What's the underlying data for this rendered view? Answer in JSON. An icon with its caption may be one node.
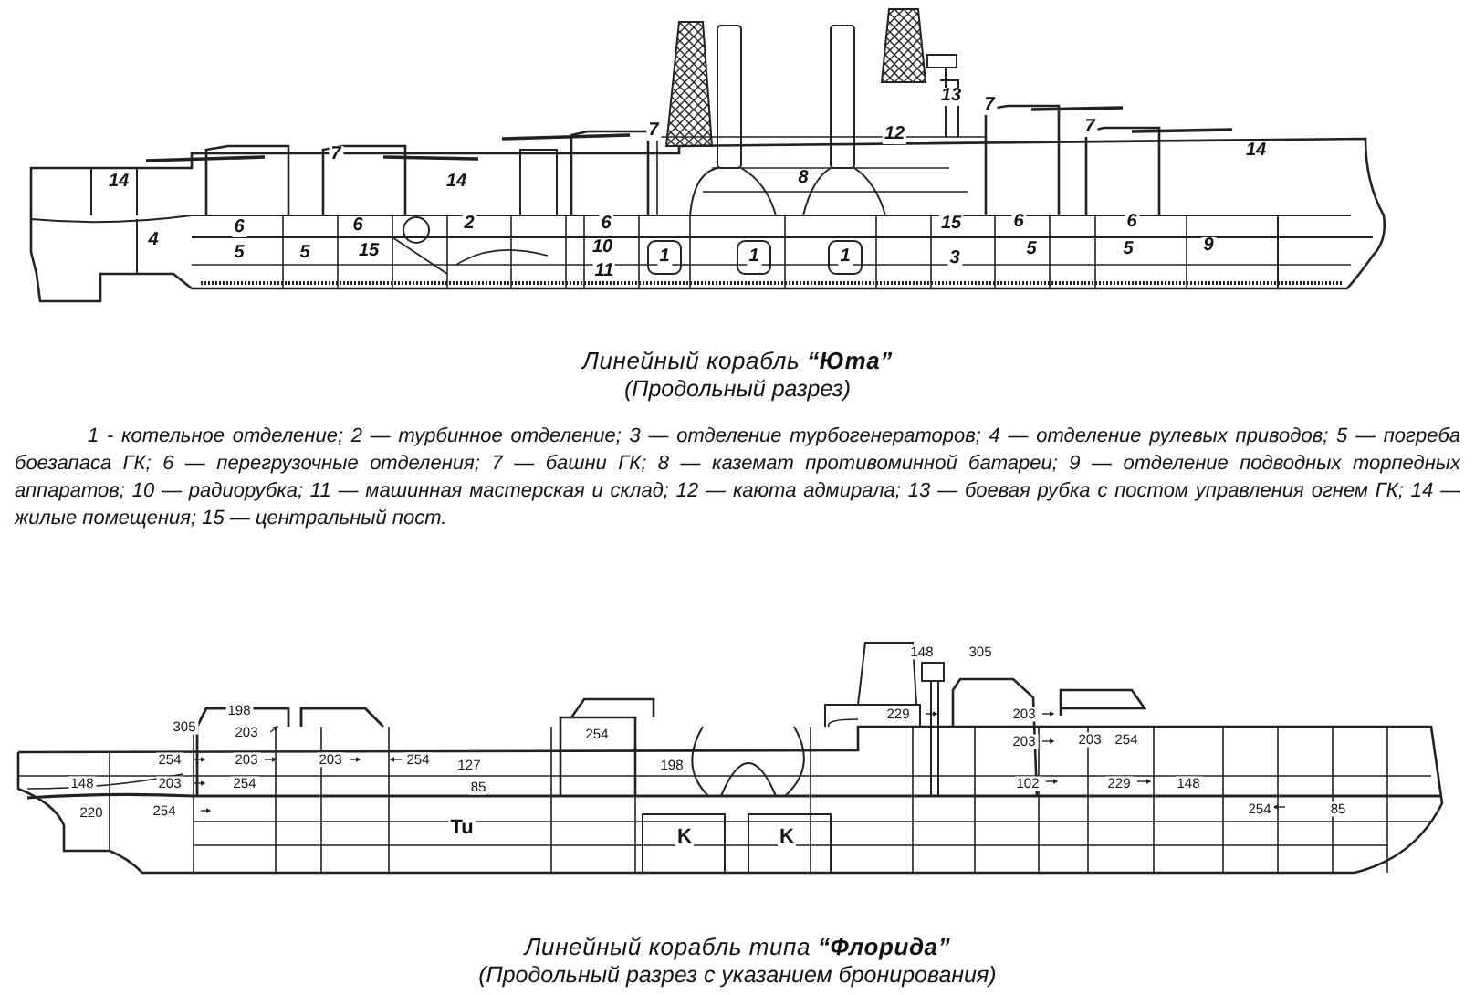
{
  "diagram": {
    "labels": [
      "14",
      "7",
      "7",
      "14",
      "8",
      "12",
      "13",
      "7",
      "7",
      "14",
      "6",
      "6",
      "2",
      "6",
      "15",
      "6",
      "6",
      "4",
      "5",
      "5",
      "15",
      "10",
      "1",
      "1",
      "1",
      "3",
      "5",
      "5",
      "9",
      "11",
      "Линейный корабль **“Юта”**",
      "(Продольный разрез)",
      "1 - котельное отделение; 2 — турбинное отделение; 3 — отделение турбогенераторов; 4 — отделение рулевых приводов; 5 — погреба боезапаса ГК; 6 — перегрузочные отделения; 7 — башни ГК; 8 — каземат противоминной батареи; 9 — отделение подводных торпедных аппаратов; 10 — радиорубка; 11 — машинная мастерская и склад; 12 — каюта адмирала; 13 — боевая рубка с постом управления огнем ГК; 14 — жилые помещения; 15 — центральный пост.",
      "148",
      "305",
      "198",
      "229",
      "203",
      "305",
      "203",
      "254",
      "254",
      "203",
      "203",
      "254",
      "203",
      "203",
      "254",
      "127",
      "198",
      "148",
      "203",
      "254",
      "85",
      "102",
      "229",
      "148",
      "220",
      "254",
      "254",
      "85",
      "Tu",
      "K",
      "K",
      "Линейный корабль типа **“Флорида”**",
      "(Продольный разрез с указанием бронирования)"
    ]
  }
}
